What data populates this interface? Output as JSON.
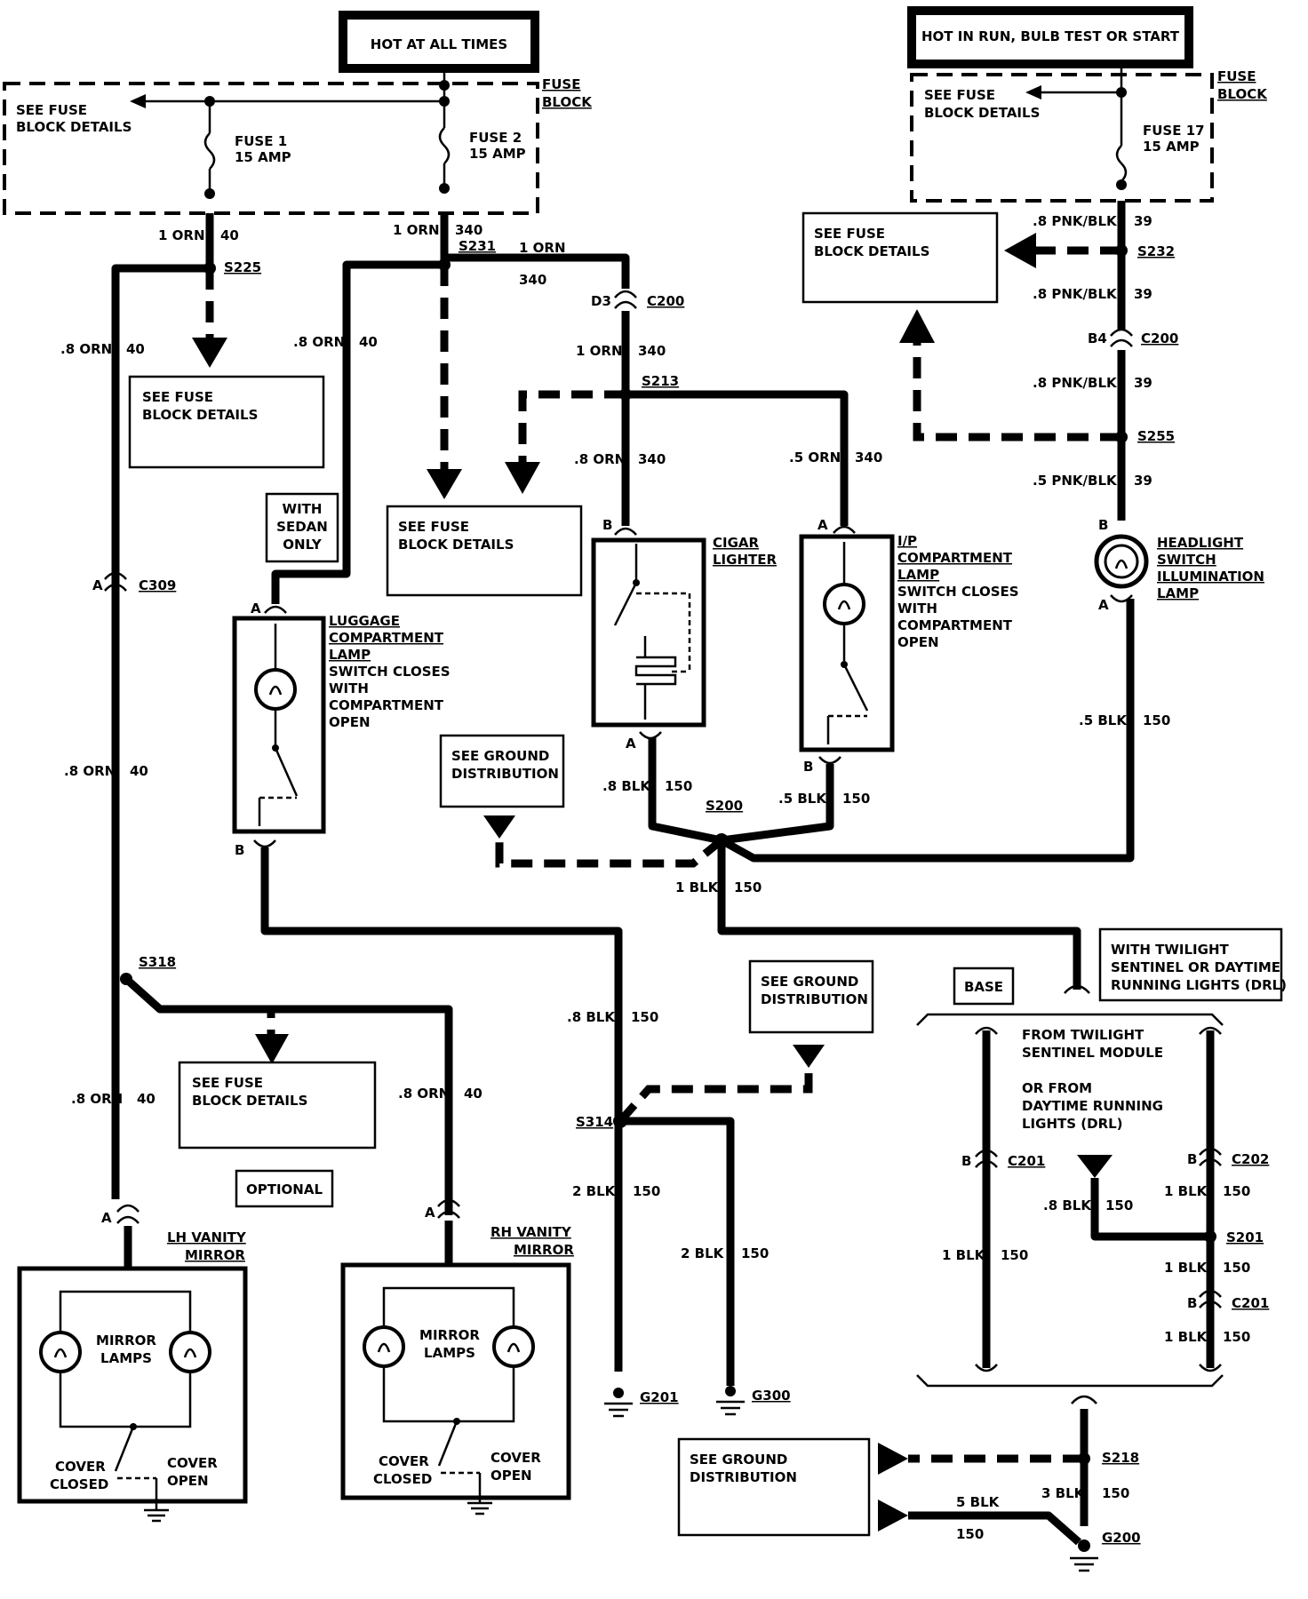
{
  "power_sources": {
    "hot_at_all_times": "HOT AT ALL TIMES",
    "hot_in_run": "HOT IN RUN, BULB TEST OR START"
  },
  "fuse_block": {
    "label_a": "FUSE",
    "label_b": "BLOCK"
  },
  "fuses": {
    "fuse1_name": "FUSE 1",
    "fuse1_rating": "15 AMP",
    "fuse2_name": "FUSE 2",
    "fuse2_rating": "15 AMP",
    "fuse17_name": "FUSE 17",
    "fuse17_rating": "15 AMP"
  },
  "see_fuse": {
    "line1": "SEE FUSE",
    "line2": "BLOCK DETAILS"
  },
  "see_ground": {
    "line1": "SEE GROUND",
    "line2": "DISTRIBUTION"
  },
  "splices": {
    "s225": "S225",
    "s231": "S231",
    "s213": "S213",
    "s232": "S232",
    "s255": "S255",
    "s200": "S200",
    "s318": "S318",
    "s314": "S314",
    "s201": "S201",
    "s218": "S218"
  },
  "connectors": {
    "c200": "C200",
    "c309": "C309",
    "c201": "C201",
    "c202": "C202",
    "d3": "D3",
    "b4": "B4",
    "a": "A",
    "b": "B"
  },
  "grounds": {
    "g201": "G201",
    "g300": "G300",
    "g200": "G200"
  },
  "wires": {
    "orn_1": "1 ORN",
    "orn_08": ".8 ORN",
    "orn_05": ".5 ORN",
    "c40": "40",
    "c340": "340",
    "c39": "39",
    "c150": "150",
    "pnk_08": ".8 PNK/BLK",
    "pnk_05": ".5 PNK/BLK",
    "blk_05": ".5 BLK",
    "blk_08": ".8 BLK",
    "blk_1": "1 BLK",
    "blk_2": "2 BLK",
    "blk_3": "3 BLK",
    "blk_5": "5 BLK"
  },
  "components": {
    "cigar_1": "CIGAR",
    "cigar_2": "LIGHTER",
    "ip_1": "I/P",
    "ip_2": "COMPARTMENT",
    "ip_3": "LAMP",
    "ip_4": "SWITCH CLOSES",
    "ip_5": "WITH",
    "ip_6": "COMPARTMENT",
    "ip_7": "OPEN",
    "lug_1": "LUGGAGE",
    "lug_2": "COMPARTMENT",
    "lug_3": "LAMP",
    "lug_4": "SWITCH CLOSES",
    "lug_5": "WITH",
    "lug_6": "COMPARTMENT",
    "lug_7": "OPEN",
    "hl_1": "HEADLIGHT",
    "hl_2": "SWITCH",
    "hl_3": "ILLUMINATION",
    "hl_4": "LAMP",
    "sedan_1": "WITH",
    "sedan_2": "SEDAN",
    "sedan_3": "ONLY",
    "lh_1": "LH VANITY",
    "lh_2": "MIRROR",
    "rh_1": "RH VANITY",
    "rh_2": "MIRROR",
    "mlamps_1": "MIRROR",
    "mlamps_2": "LAMPS",
    "cover_1": "COVER",
    "closed": "CLOSED",
    "open": "OPEN",
    "optional": "OPTIONAL",
    "base": "BASE",
    "twi_1": "WITH TWILIGHT",
    "twi_2": "SENTINEL OR DAYTIME",
    "twi_3": "RUNNING LIGHTS (DRL)",
    "from_1": "FROM TWILIGHT",
    "from_2": "SENTINEL MODULE",
    "from_3": "OR FROM",
    "from_4": "DAYTIME RUNNING",
    "from_5": "LIGHTS (DRL)"
  }
}
